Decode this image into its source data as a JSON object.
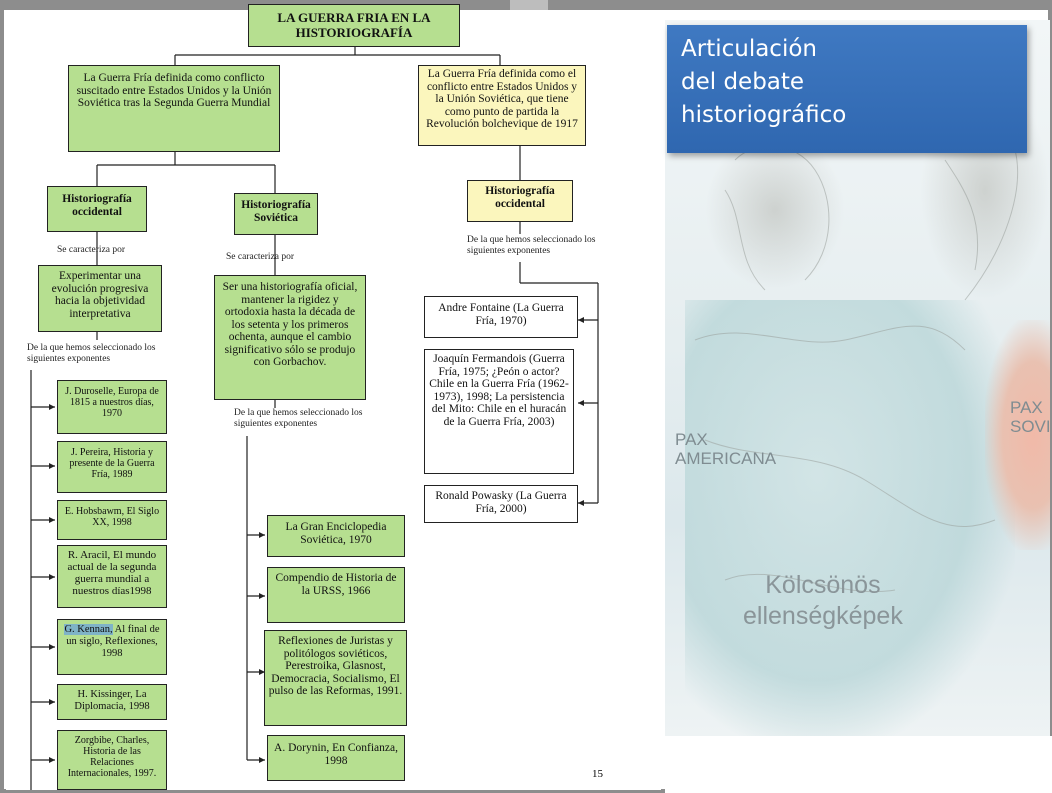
{
  "diagram": {
    "title": "LA GUERRA FRIA EN LA HISTORIOGRAFÍA",
    "branch_left": "La Guerra Fría definida como conflicto suscitado entre Estados Unidos y la Unión Soviética tras la Segunda Guerra Mundial",
    "branch_right": "La Guerra Fría definida como el conflicto entre Estados Unidos y la Unión Soviética, que tiene como punto de partida la Revolución bolchevique de 1917",
    "hist_occ_left": "Historiografía occidental",
    "hist_sov": "Historiografía Soviética",
    "hist_occ_right": "Historiografía occidental",
    "caract_1": "Se caracteriza por",
    "caract_2": "Se caracteriza por",
    "desc_occ": "Experimentar una evolución progresiva hacia la objetividad interpretativa",
    "desc_sov": "Ser una historiografía oficial, mantener la rigidez y ortodoxia hasta la década de los setenta y los primeros ochenta, aunque el cambio significativo sólo se produjo con Gorbachov.",
    "sel_left": "De la que hemos seleccionado los siguientes exponentes",
    "sel_mid": "De la que hemos seleccionado los siguientes exponentes",
    "sel_right": "De la que hemos seleccionado los siguientes exponentes",
    "left_items": [
      "J. Duroselle, Europa de 1815 a nuestros días, 1970",
      "J. Pereira, Historia y presente de la Guerra Fría, 1989",
      "E. Hobsbawm, El Siglo XX, 1998",
      "R. Aracil, El mundo actual de la segunda guerra mundial a nuestros días1998"
    ],
    "kennan_name": "G. Kennan,",
    "kennan_rest": " Al final de un siglo, Reflexiones, 1998",
    "left_items_b": [
      "H. Kissinger, La Diplomacia, 1998",
      "Zorgbibe, Charles, Historia de las Relaciones Internacionales, 1997."
    ],
    "mid_items": [
      "La Gran Enciclopedia Soviética, 1970",
      "Compendio de Historia de la URSS, 1966",
      "Reflexiones de Juristas y politólogos soviéticos, Perestroika, Glasnost, Democracia, Socialismo, El pulso de las Reformas, 1991.",
      "A. Dorynin, En Confianza, 1998"
    ],
    "right_items": [
      "Andre Fontaine (La Guerra Fría, 1970)",
      "Joaquín Fermandois (Guerra Fría, 1975; ¿Peón o actor? Chile en la Guerra Fría (1962-1973), 1998; La persistencia del Mito: Chile en el huracán de la Guerra Fría, 2003)",
      "Ronald Powasky (La Guerra Fría, 2000)"
    ],
    "page_number": "15"
  },
  "panel": {
    "title_lines": [
      "Articulación",
      "del debate",
      "historiográfico"
    ],
    "map_labels": {
      "pax_americana_1": "PAX",
      "pax_americana_2": "AMERICANA",
      "pax_sovi_1": "PAX",
      "pax_sovi_2": "SOVI",
      "hu_line1": "Kölcsönös",
      "hu_line2": "ellenségképek"
    }
  },
  "colors": {
    "green_box": "#b6df90",
    "yellow_box": "#fbf6bd",
    "title_blue": "#3573bd"
  }
}
